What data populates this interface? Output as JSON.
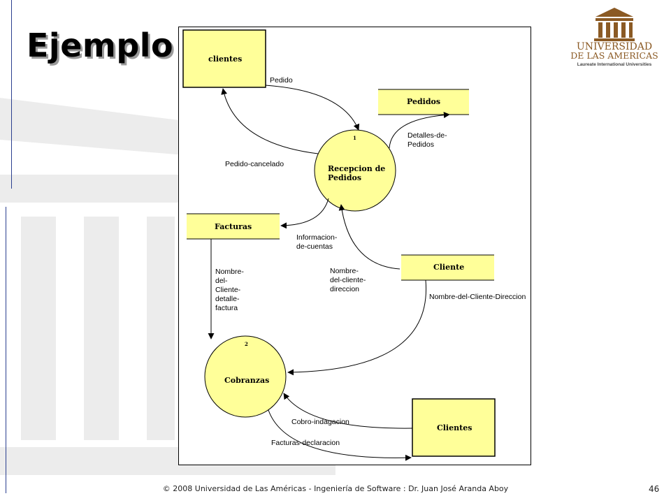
{
  "slide": {
    "title": "Ejemplo",
    "footer": "© 2008 Universidad de  Las Américas - Ingeniería de Software : Dr. Juan José Aranda Aboy",
    "page_number": "46"
  },
  "logo": {
    "line1": "UNIVERSIDAD",
    "line2": "DE LAS AMERICAS",
    "line3": "Laureate International Universities",
    "brand_color": "#8b5a24"
  },
  "diagram": {
    "externals": {
      "clientes": "clientes",
      "facturas": "Facturas",
      "cliente": "Cliente",
      "clientes2": "Clientes",
      "pedidos": "Pedidos"
    },
    "processes": {
      "recepcion": {
        "number": "1",
        "line1": "Recepcion de",
        "line2": "Pedidos"
      },
      "cobranzas": {
        "number": "2",
        "line1": "Cobranzas"
      }
    },
    "flows": {
      "pedido": "Pedido",
      "pedido_cancelado": "Pedido-cancelado",
      "detalles_1": "Detalles-de-",
      "detalles_2": "Pedidos",
      "info_1": "Informacion-",
      "info_2": "de-cuentas",
      "nombre_cliente_1": "Nombre-",
      "nombre_cliente_2": "del-cliente-",
      "nombre_cliente_3": "direccion",
      "nombre_factura_1": "Nombre-",
      "nombre_factura_2": "del-",
      "nombre_factura_3": "Cliente-",
      "nombre_factura_4": "detalle-",
      "nombre_factura_5": "factura",
      "nombre_direccion": "Nombre-del-Cliente-Direccion",
      "cobro": "Cobro-indagacion",
      "facturas_decl": "Facturas-declaracion"
    },
    "colors": {
      "fill": "#ffff99",
      "stroke": "#000000"
    }
  }
}
